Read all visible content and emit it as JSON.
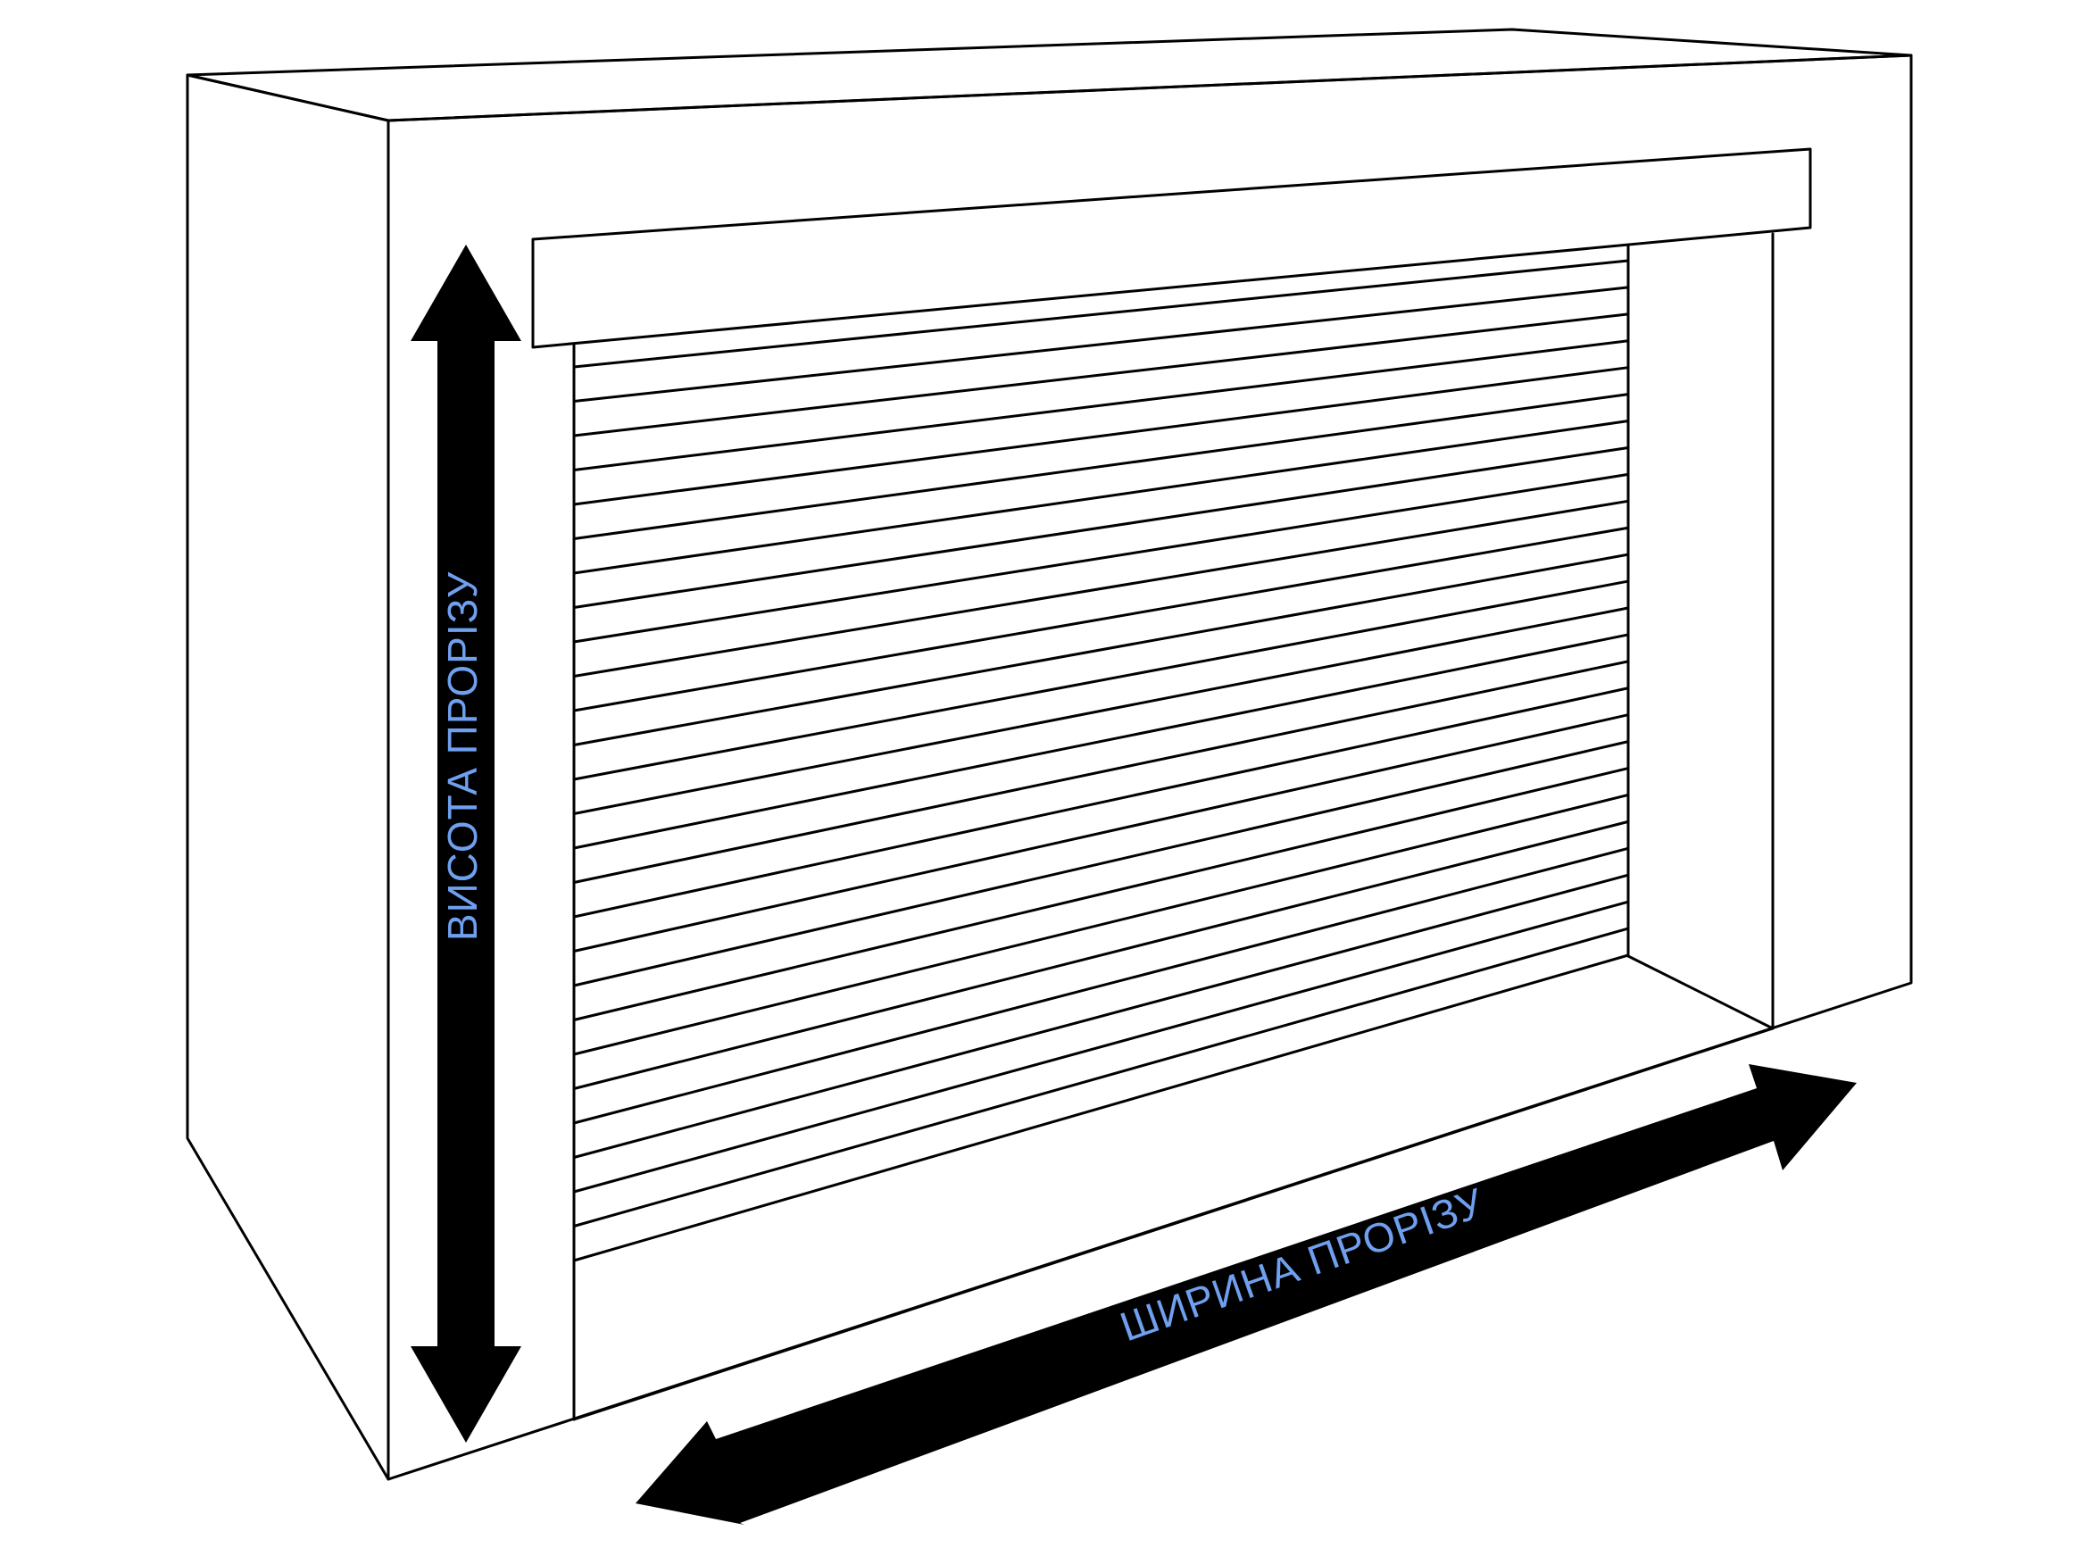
{
  "labels": {
    "height": "ВИСОТА ПРОРІЗУ",
    "width": "ШИРИНА ПРОРІЗУ"
  },
  "colors": {
    "outline": "#000000",
    "background": "#ffffff",
    "arrow": "#000000",
    "label": "#6fa0ef"
  },
  "shutter": {
    "slat_count": 27
  }
}
